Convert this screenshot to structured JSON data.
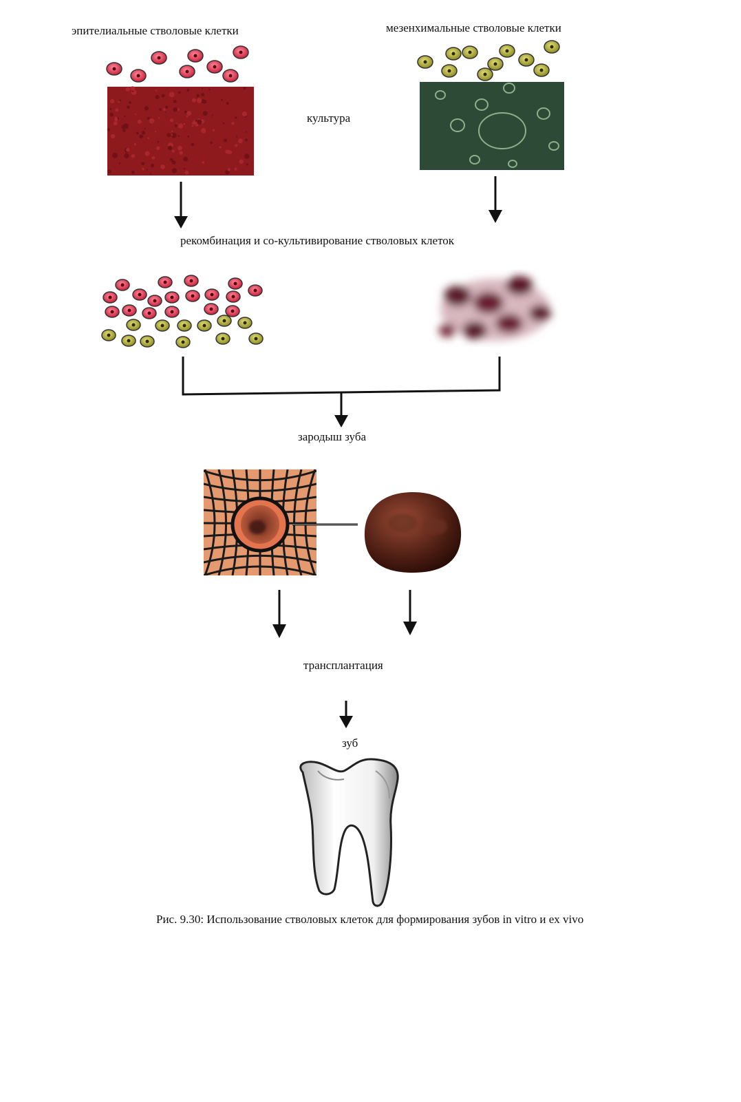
{
  "labels": {
    "epithelial": "эпителиальные стволовые клетки",
    "mesenchymal": "мезенхимальные стволовые клетки",
    "culture": "культура",
    "recombination": "рекомбинация и со-культивирование стволовых клеток",
    "tooth_germ": "зародыш зуба",
    "transplantation": "трансплантация",
    "tooth": "зуб"
  },
  "caption": "Рис. 9.30: Использование стволовых клеток для формирования зубов in vitro и ex vivo",
  "colors": {
    "epithelial_cell": "#d9304a",
    "mesenchymal_cell": "#a6a233",
    "epithelial_culture": "#8e1a1e",
    "mesenchymal_culture": "#2c4a36",
    "aggregate": "#6b2a3a",
    "scaffold": "#d9845a",
    "germ_sphere": "#5a2a1c"
  }
}
